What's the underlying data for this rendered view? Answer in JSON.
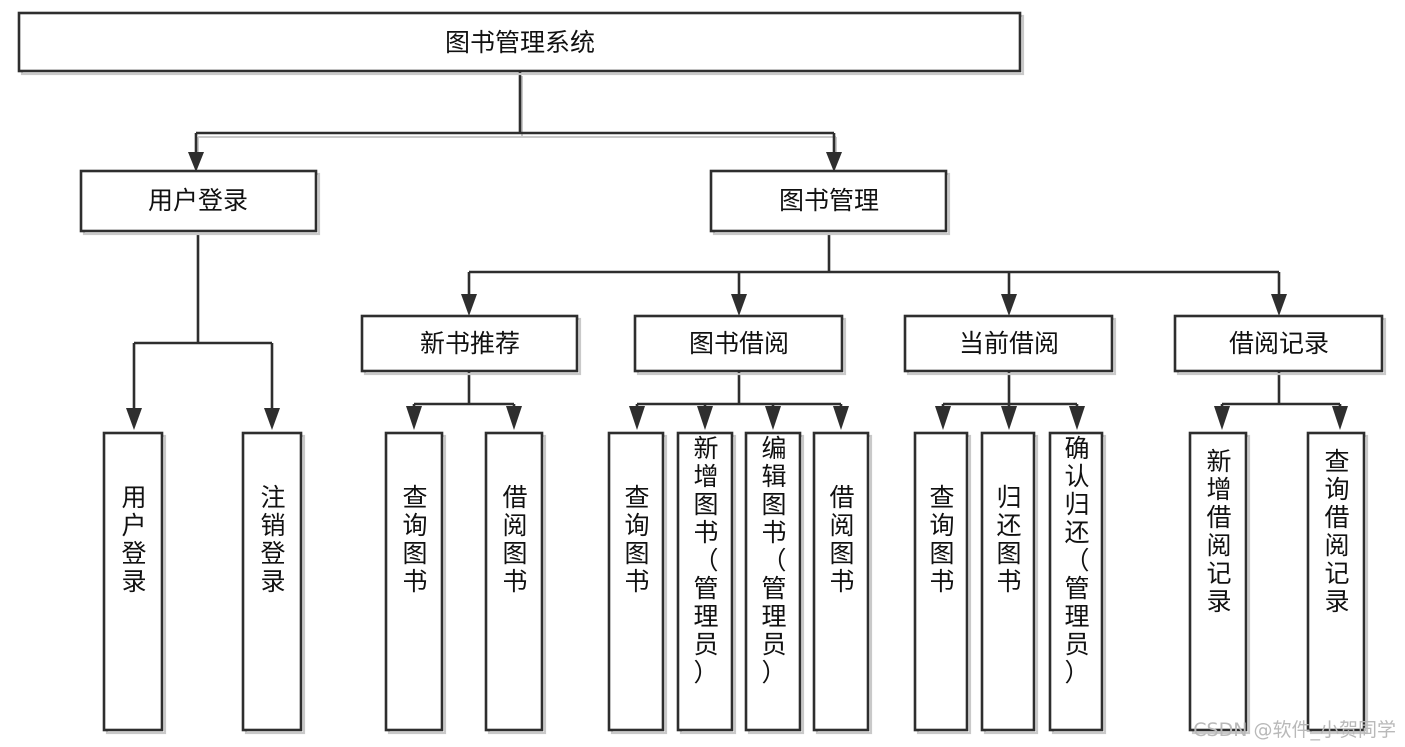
{
  "diagram": {
    "title": "图书管理系统",
    "type": "tree-hierarchy-flowchart",
    "orientation": "top-down",
    "colors": {
      "box_border": "#2e2e2e",
      "box_fill": "#ffffff",
      "connector": "#2e2e2e",
      "text": "#111111",
      "background": "#ffffff",
      "watermark": "#b9b9b9"
    },
    "levels": [
      {
        "level": 1,
        "nodes": [
          "图书管理系统"
        ]
      },
      {
        "level": 2,
        "nodes": [
          "用户登录",
          "图书管理"
        ]
      },
      {
        "level": 3,
        "nodes": [
          "新书推荐",
          "图书借阅",
          "当前借阅",
          "借阅记录"
        ]
      },
      {
        "level": 4,
        "nodes": [
          "用户登录",
          "注销登录",
          "查询图书",
          "借阅图书",
          "查询图书",
          "新增图书（管理员）",
          "编辑图书（管理员）",
          "借阅图书",
          "查询图书",
          "归还图书",
          "确认归还（管理员）",
          "新增借阅记录",
          "查询借阅记录"
        ]
      }
    ]
  },
  "root": {
    "label": "图书管理系统"
  },
  "level2": [
    {
      "id": "user-login",
      "label": "用户登录"
    },
    {
      "id": "book-management",
      "label": "图书管理"
    }
  ],
  "level3": [
    {
      "id": "new-book-recommend",
      "label": "新书推荐"
    },
    {
      "id": "book-borrow",
      "label": "图书借阅"
    },
    {
      "id": "current-borrow",
      "label": "当前借阅"
    },
    {
      "id": "borrow-record",
      "label": "借阅记录"
    }
  ],
  "leaves": [
    {
      "id": "leaf-user-login",
      "label": "用户登录",
      "parent": "用户登录"
    },
    {
      "id": "leaf-logout",
      "label": "注销登录",
      "parent": "用户登录"
    },
    {
      "id": "leaf-query-book-1",
      "label": "查询图书",
      "parent": "新书推荐"
    },
    {
      "id": "leaf-borrow-book-1",
      "label": "借阅图书",
      "parent": "新书推荐"
    },
    {
      "id": "leaf-query-book-2",
      "label": "查询图书",
      "parent": "图书借阅"
    },
    {
      "id": "leaf-add-book",
      "label": "新增图书（管理员）",
      "parent": "图书借阅"
    },
    {
      "id": "leaf-edit-book",
      "label": "编辑图书（管理员）",
      "parent": "图书借阅"
    },
    {
      "id": "leaf-borrow-book-2",
      "label": "借阅图书",
      "parent": "图书借阅"
    },
    {
      "id": "leaf-query-book-3",
      "label": "查询图书",
      "parent": "当前借阅"
    },
    {
      "id": "leaf-return-book",
      "label": "归还图书",
      "parent": "当前借阅"
    },
    {
      "id": "leaf-confirm-return",
      "label": "确认归还（管理员）",
      "parent": "当前借阅"
    },
    {
      "id": "leaf-add-record",
      "label": "新增借阅记录",
      "parent": "借阅记录"
    },
    {
      "id": "leaf-query-record",
      "label": "查询借阅记录",
      "parent": "借阅记录"
    }
  ],
  "watermark": {
    "text": "CSDN @软件_小贺同学"
  }
}
